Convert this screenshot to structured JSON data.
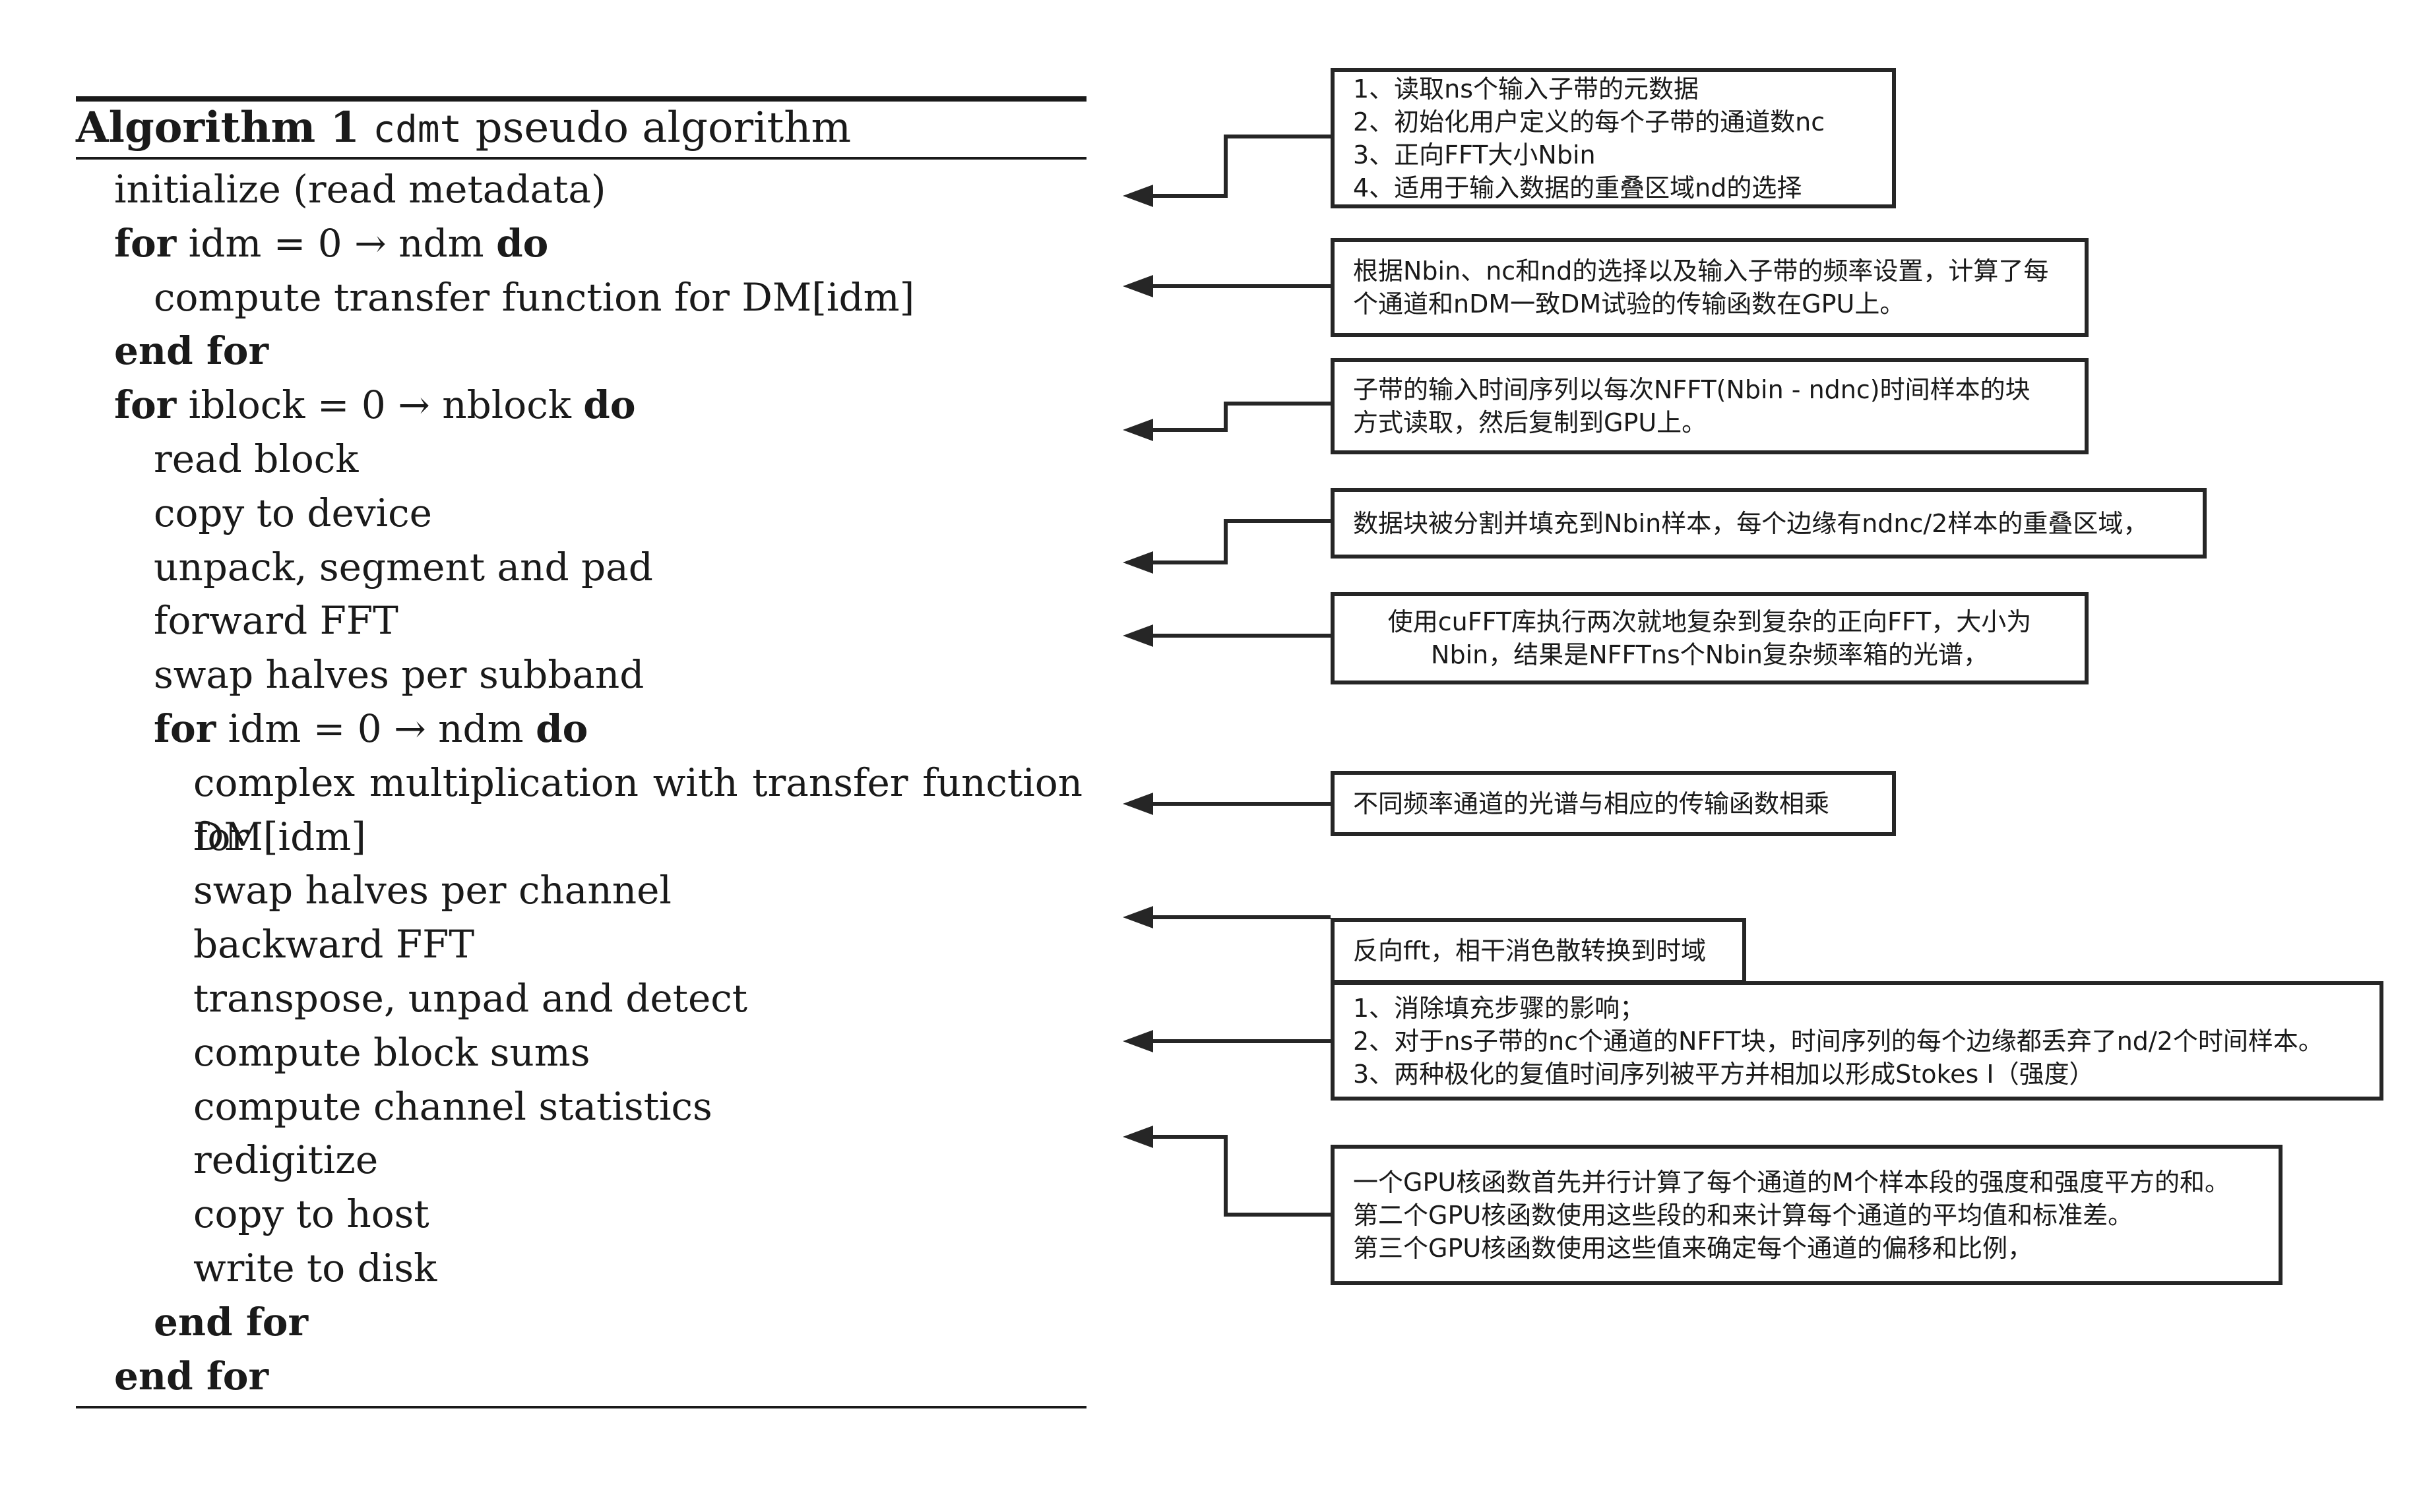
{
  "algorithm": {
    "caption_bold": "Algorithm 1",
    "caption_code": "cdmt",
    "caption_rest": "pseudo algorithm",
    "lines": [
      {
        "indent": 0,
        "parts": [
          {
            "t": "initialize (read metadata)"
          }
        ]
      },
      {
        "indent": 0,
        "parts": [
          {
            "t": "for",
            "kw": true
          },
          {
            "t": " idm = 0 → ndm  "
          },
          {
            "t": "do",
            "kw": true
          }
        ]
      },
      {
        "indent": 1,
        "parts": [
          {
            "t": "compute transfer function for DM[idm]"
          }
        ]
      },
      {
        "indent": 0,
        "parts": [
          {
            "t": "end for",
            "kw": true
          }
        ]
      },
      {
        "indent": 0,
        "parts": [
          {
            "t": "for",
            "kw": true
          },
          {
            "t": " iblock = 0 → nblock  "
          },
          {
            "t": "do",
            "kw": true
          }
        ]
      },
      {
        "indent": 1,
        "parts": [
          {
            "t": "read block"
          }
        ]
      },
      {
        "indent": 1,
        "parts": [
          {
            "t": "copy to device"
          }
        ]
      },
      {
        "indent": 1,
        "parts": [
          {
            "t": "unpack, segment and pad"
          }
        ]
      },
      {
        "indent": 1,
        "parts": [
          {
            "t": "forward FFT"
          }
        ]
      },
      {
        "indent": 1,
        "parts": [
          {
            "t": "swap halves per subband"
          }
        ]
      },
      {
        "indent": 1,
        "parts": [
          {
            "t": "for",
            "kw": true
          },
          {
            "t": " idm = 0 → ndm "
          },
          {
            "t": "do",
            "kw": true
          }
        ]
      },
      {
        "indent": 2,
        "parts": [
          {
            "t": "complex multiplication with transfer function for"
          }
        ]
      },
      {
        "indent": 2,
        "parts": [
          {
            "t": "DM[idm]"
          }
        ]
      },
      {
        "indent": 2,
        "parts": [
          {
            "t": "swap halves per channel"
          }
        ]
      },
      {
        "indent": 2,
        "parts": [
          {
            "t": "backward FFT"
          }
        ]
      },
      {
        "indent": 2,
        "parts": [
          {
            "t": "transpose, unpad and detect"
          }
        ]
      },
      {
        "indent": 2,
        "parts": [
          {
            "t": "compute block sums"
          }
        ]
      },
      {
        "indent": 2,
        "parts": [
          {
            "t": "compute channel statistics"
          }
        ]
      },
      {
        "indent": 2,
        "parts": [
          {
            "t": "redigitize"
          }
        ]
      },
      {
        "indent": 2,
        "parts": [
          {
            "t": "copy to host"
          }
        ]
      },
      {
        "indent": 2,
        "parts": [
          {
            "t": "write to disk"
          }
        ]
      },
      {
        "indent": 1,
        "parts": [
          {
            "t": "end for",
            "kw": true
          }
        ]
      },
      {
        "indent": 0,
        "parts": [
          {
            "t": "end for",
            "kw": true
          }
        ]
      }
    ]
  },
  "annotations": [
    {
      "text": "1、读取ns个输入子带的元数据\n2、初始化用户定义的每个子带的通道数nc\n3、正向FFT大小Nbin\n4、适用于输入数据的重叠区域nd的选择",
      "align": "left"
    },
    {
      "text": "根据Nbin、nc和nd的选择以及输入子带的频率设置，计算了每\n个通道和nDM一致DM试验的传输函数在GPU上。",
      "align": "left"
    },
    {
      "text": "子带的输入时间序列以每次NFFT(Nbin - ndnc)时间样本的块\n方式读取，然后复制到GPU上。",
      "align": "left"
    },
    {
      "text": "数据块被分割并填充到Nbin样本，每个边缘有ndnc/2样本的重叠区域，",
      "align": "left"
    },
    {
      "text": "使用cuFFT库执行两次就地复杂到复杂的正向FFT，大小为\nNbin，结果是NFFTns个Nbin复杂频率箱的光谱，",
      "align": "center"
    },
    {
      "text": "不同频率通道的光谱与相应的传输函数相乘",
      "align": "left"
    },
    {
      "text": "反向fft，相干消色散转换到时域",
      "align": "left"
    },
    {
      "text": "1、消除填充步骤的影响；\n2、对于ns子带的nc个通道的NFFT块，时间序列的每个边缘都丢弃了nd/2个时间样本。\n3、两种极化的复值时间序列被平方并相加以形成Stokes I（强度）",
      "align": "left"
    },
    {
      "text": "一个GPU核函数首先并行计算了每个通道的M个样本段的强度和强度平方的和。\n第二个GPU核函数使用这些段的和来计算每个通道的平均值和标准差。\n第三个GPU核函数使用这些值来确定每个通道的偏移和比例，",
      "align": "left"
    }
  ]
}
